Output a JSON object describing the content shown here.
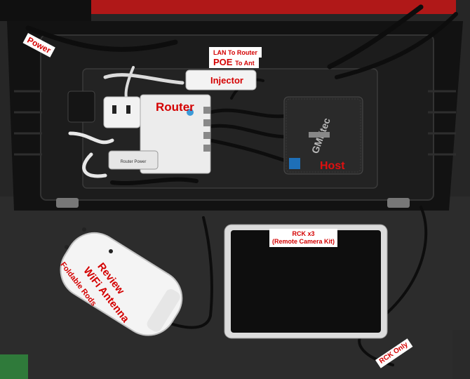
{
  "labels": {
    "power": "Power",
    "lan_to_router": "LAN To Router",
    "poe": "POE",
    "to_ant": "To Ant",
    "injector": "Injector",
    "router": "Router",
    "host": "Host",
    "rck_line1": "RCK x3",
    "rck_line2": "(Remote Camera Kit)",
    "review": "Review",
    "wifi_antenna": "WiFi Antenna",
    "foldable_rods": "Foldable Rods",
    "rck_only": "RCK Only"
  },
  "device_text": {
    "gmk_brand": "GMKtec",
    "router_power_tag": "Router Power"
  },
  "colors": {
    "label_red": "#e01010",
    "label_bg": "#ffffff",
    "case_black": "#141414",
    "floor_dark": "#222222"
  }
}
